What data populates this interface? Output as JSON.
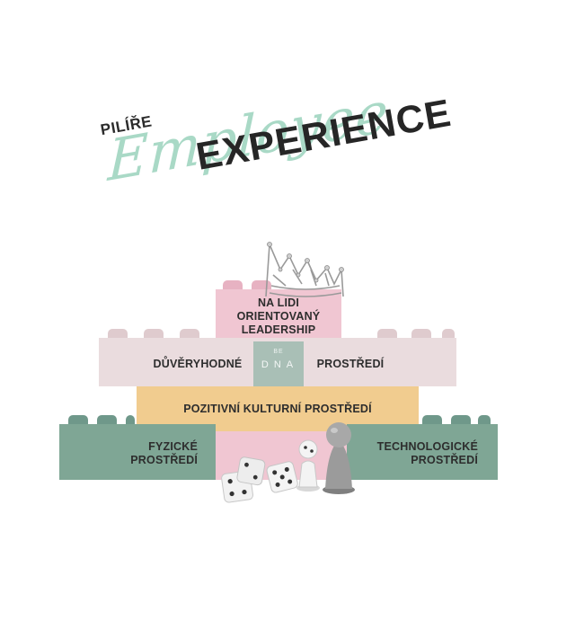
{
  "title": {
    "prefix": "PILÍŘE",
    "script_word": "Employee",
    "main_word": "EXPERIENCE"
  },
  "pyramid": {
    "top": "NA LIDI ORIENTOVANÝ LEADERSHIP",
    "top_lines": [
      "NA LIDI",
      "ORIENTOVANÝ",
      "LEADERSHIP"
    ],
    "second_left": "DŮVĚRYHODNÉ",
    "second_right": "PROSTŘEDÍ",
    "dna_small": "BE",
    "dna": "DNA",
    "third": "POZITIVNÍ KULTURNÍ PROSTŘEDÍ",
    "bottom_left_lines": [
      "FYZICKÉ",
      "PROSTŘEDÍ"
    ],
    "bottom_right_lines": [
      "TECHNOLOGICKÉ",
      "PROSTŘEDÍ"
    ]
  },
  "colors": {
    "pink": "#f0c6d2",
    "rose": "#eadcde",
    "sand": "#f1cc8f",
    "green": "#7fa695",
    "mint_script": "#a9d9c6",
    "dark_text": "#262626"
  },
  "decorations": [
    "crown-icon",
    "dice-icon",
    "game-piece-icon"
  ]
}
